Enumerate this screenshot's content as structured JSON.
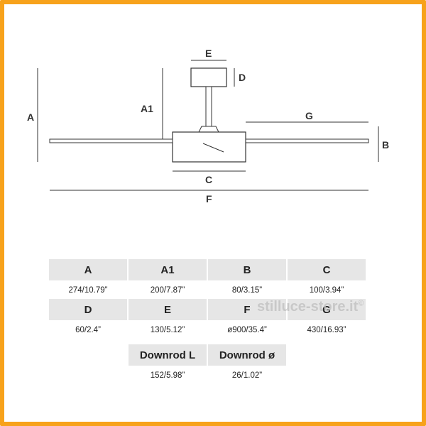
{
  "labels": {
    "A": "A",
    "A1": "A1",
    "B": "B",
    "C": "C",
    "D": "D",
    "E": "E",
    "F": "F",
    "G": "G"
  },
  "table": {
    "row1": [
      {
        "header": "A",
        "value": "274/10.79”"
      },
      {
        "header": "A1",
        "value": "200/7.87”"
      },
      {
        "header": "B",
        "value": "80/3.15”"
      },
      {
        "header": "C",
        "value": "100/3.94”"
      }
    ],
    "row2": [
      {
        "header": "D",
        "value": "60/2.4”"
      },
      {
        "header": "E",
        "value": "130/5.12”"
      },
      {
        "header": "F",
        "value": "ø900/35.4”"
      },
      {
        "header": "G",
        "value": "430/16.93”"
      }
    ],
    "row3": [
      {
        "header": "Downrod L",
        "value": "152/5.98”"
      },
      {
        "header": "Downrod ø",
        "value": "26/1.02”"
      }
    ]
  },
  "watermark": "stilluce-store.it",
  "watermark_mark": "©",
  "colors": {
    "border": "#f7a21b",
    "header_bg": "#e6e6e6",
    "line": "#333333"
  }
}
